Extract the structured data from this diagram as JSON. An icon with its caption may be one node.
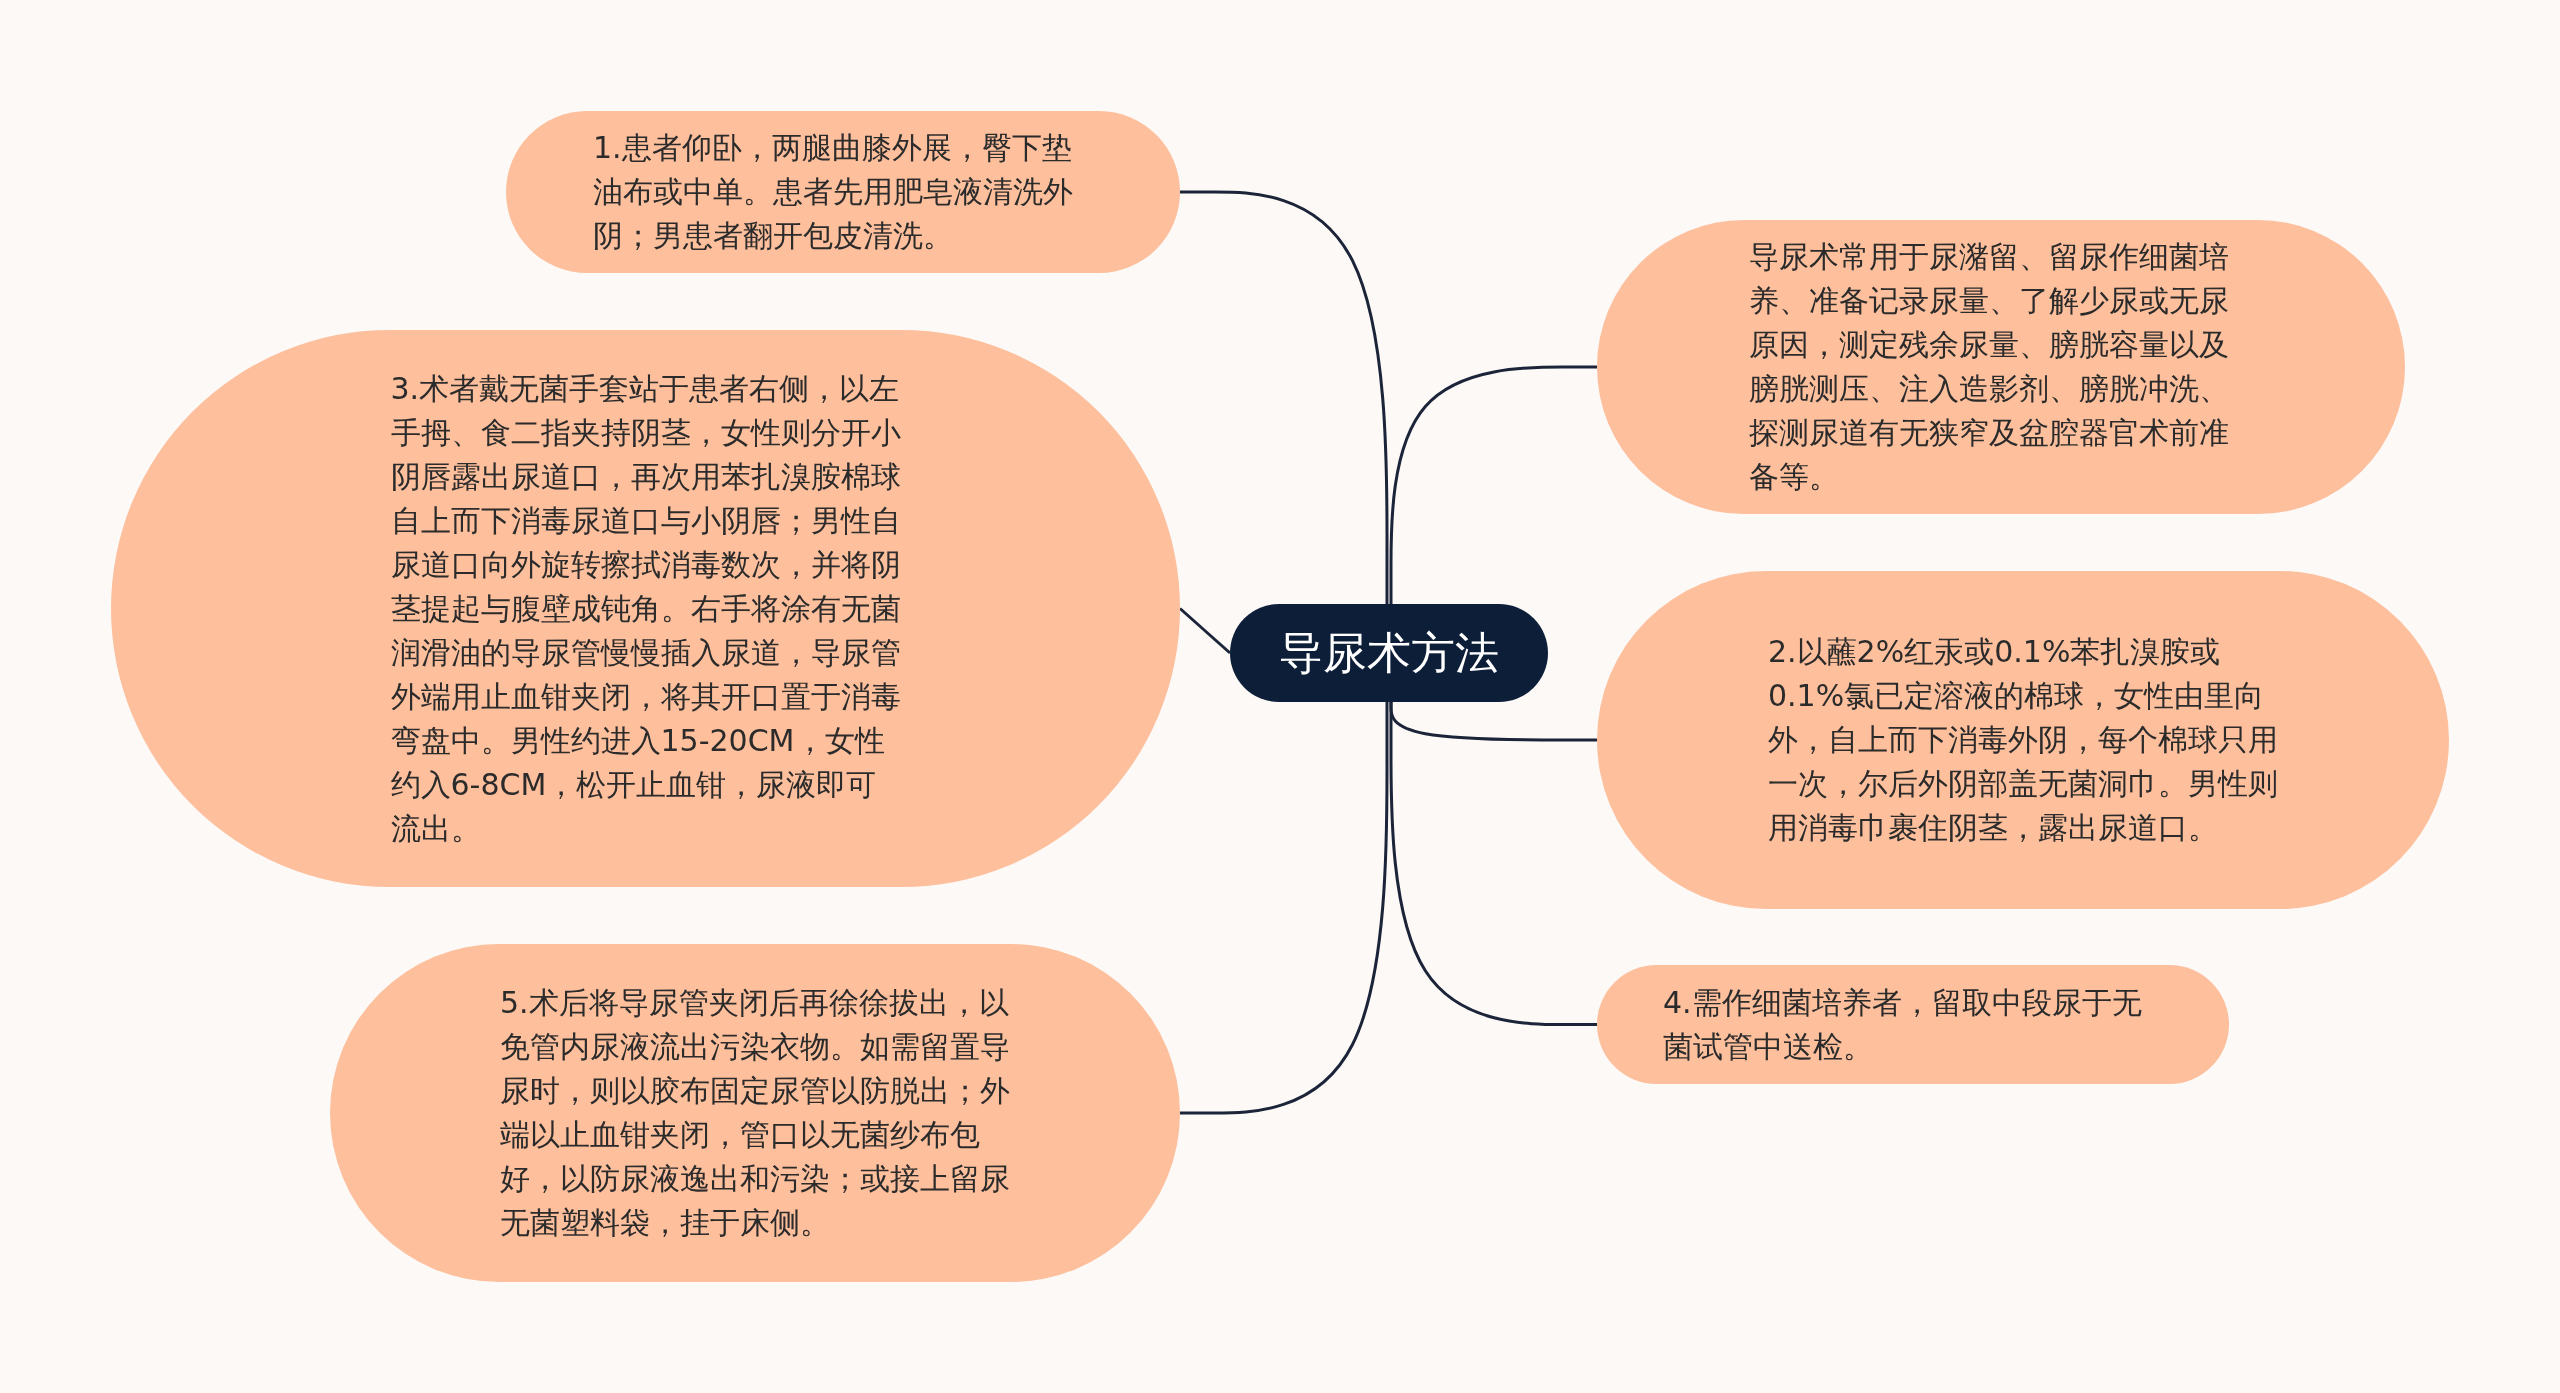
{
  "diagram": {
    "nodes": [
      {
        "text": [
          "导尿术方法"
        ]
      },
      {
        "text": [
          "1.患者仰卧，两腿曲膝外展，臀下垫油布或中单。患者先用肥皂液清洗外阴；男患者翻开包皮清洗。"
        ]
      },
      {
        "text": [
          "导尿术常用于尿潴留、留尿作细菌培养、准备记录尿量、了解少尿或无尿原因，测定残余尿量、膀胱容量以及膀胱测压、注入造影剂、膀胱冲洗、探测尿道有无狭窄及盆腔器官术前准备等。"
        ]
      },
      {
        "text": [
          "3.术者戴无菌手套站于患者右侧，以左手拇、食二指夹持阴茎，女性则分开小阴唇露出尿道口，再次用苯扎溴胺棉球自上而下消毒尿道口与小阴唇；男性自尿道口向外旋转擦拭消毒数次，并将阴茎提起与腹壁成钝角。右手将涂有无菌润滑油的导尿管慢慢插入尿道，导尿管外端用止血钳夹闭，将其开口置于消毒弯盘中。男性约进入15-20CM，女性约入6-8CM，松开止血钳，尿液即可流出。"
        ]
      },
      {
        "text": [
          "2.以蘸2%红汞或0.1%苯扎溴胺或0.1%氯已定溶液的棉球，女性由里向外，自上而下消毒外阴，每个棉球只用一次，尔后外阴部盖无菌洞巾。男性则用消毒巾裹住阴茎，露出尿道口。"
        ]
      },
      {
        "text": [
          "5.术后将导尿管夹闭后再徐徐拔出，以免管内尿液流出污染衣物。如需留置导尿时，则以胶布固定尿管以防脱出；外端以止血钳夹闭，管口以无菌纱布包好，以防尿液逸出和污染；或接上留尿无菌塑料袋，挂于床侧。"
        ]
      },
      {
        "text": [
          "4.需作细菌培养者，留取中段尿于无菌试管中送检。"
        ]
      }
    ],
    "edges": [
      {
        "from": 0,
        "to": 1,
        "arrow": "none"
      },
      {
        "from": 0,
        "to": 2,
        "arrow": "none"
      },
      {
        "from": 0,
        "to": 3,
        "arrow": "none"
      },
      {
        "from": 0,
        "to": 4,
        "arrow": "none"
      },
      {
        "from": 0,
        "to": 5,
        "arrow": "none"
      },
      {
        "from": 0,
        "to": 6,
        "arrow": "none"
      }
    ]
  }
}
